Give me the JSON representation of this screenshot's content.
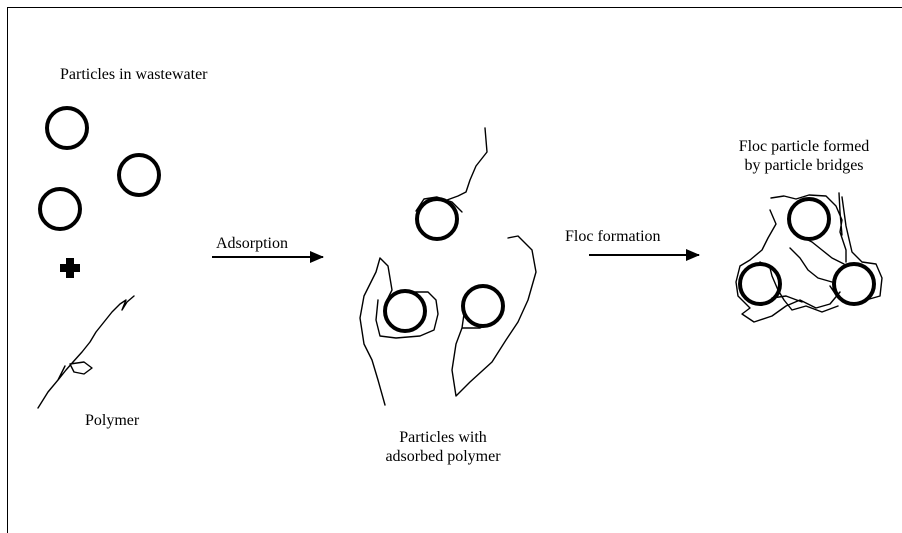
{
  "labels": {
    "particles_in_wastewater": "Particles in wastewater",
    "polymer": "Polymer",
    "adsorption": "Adsorption",
    "particles_with_adsorbed_polymer": "Particles with\nadsorbed polymer",
    "floc_formation": "Floc formation",
    "floc_particle": "Floc particle formed\nby particle bridges"
  }
}
